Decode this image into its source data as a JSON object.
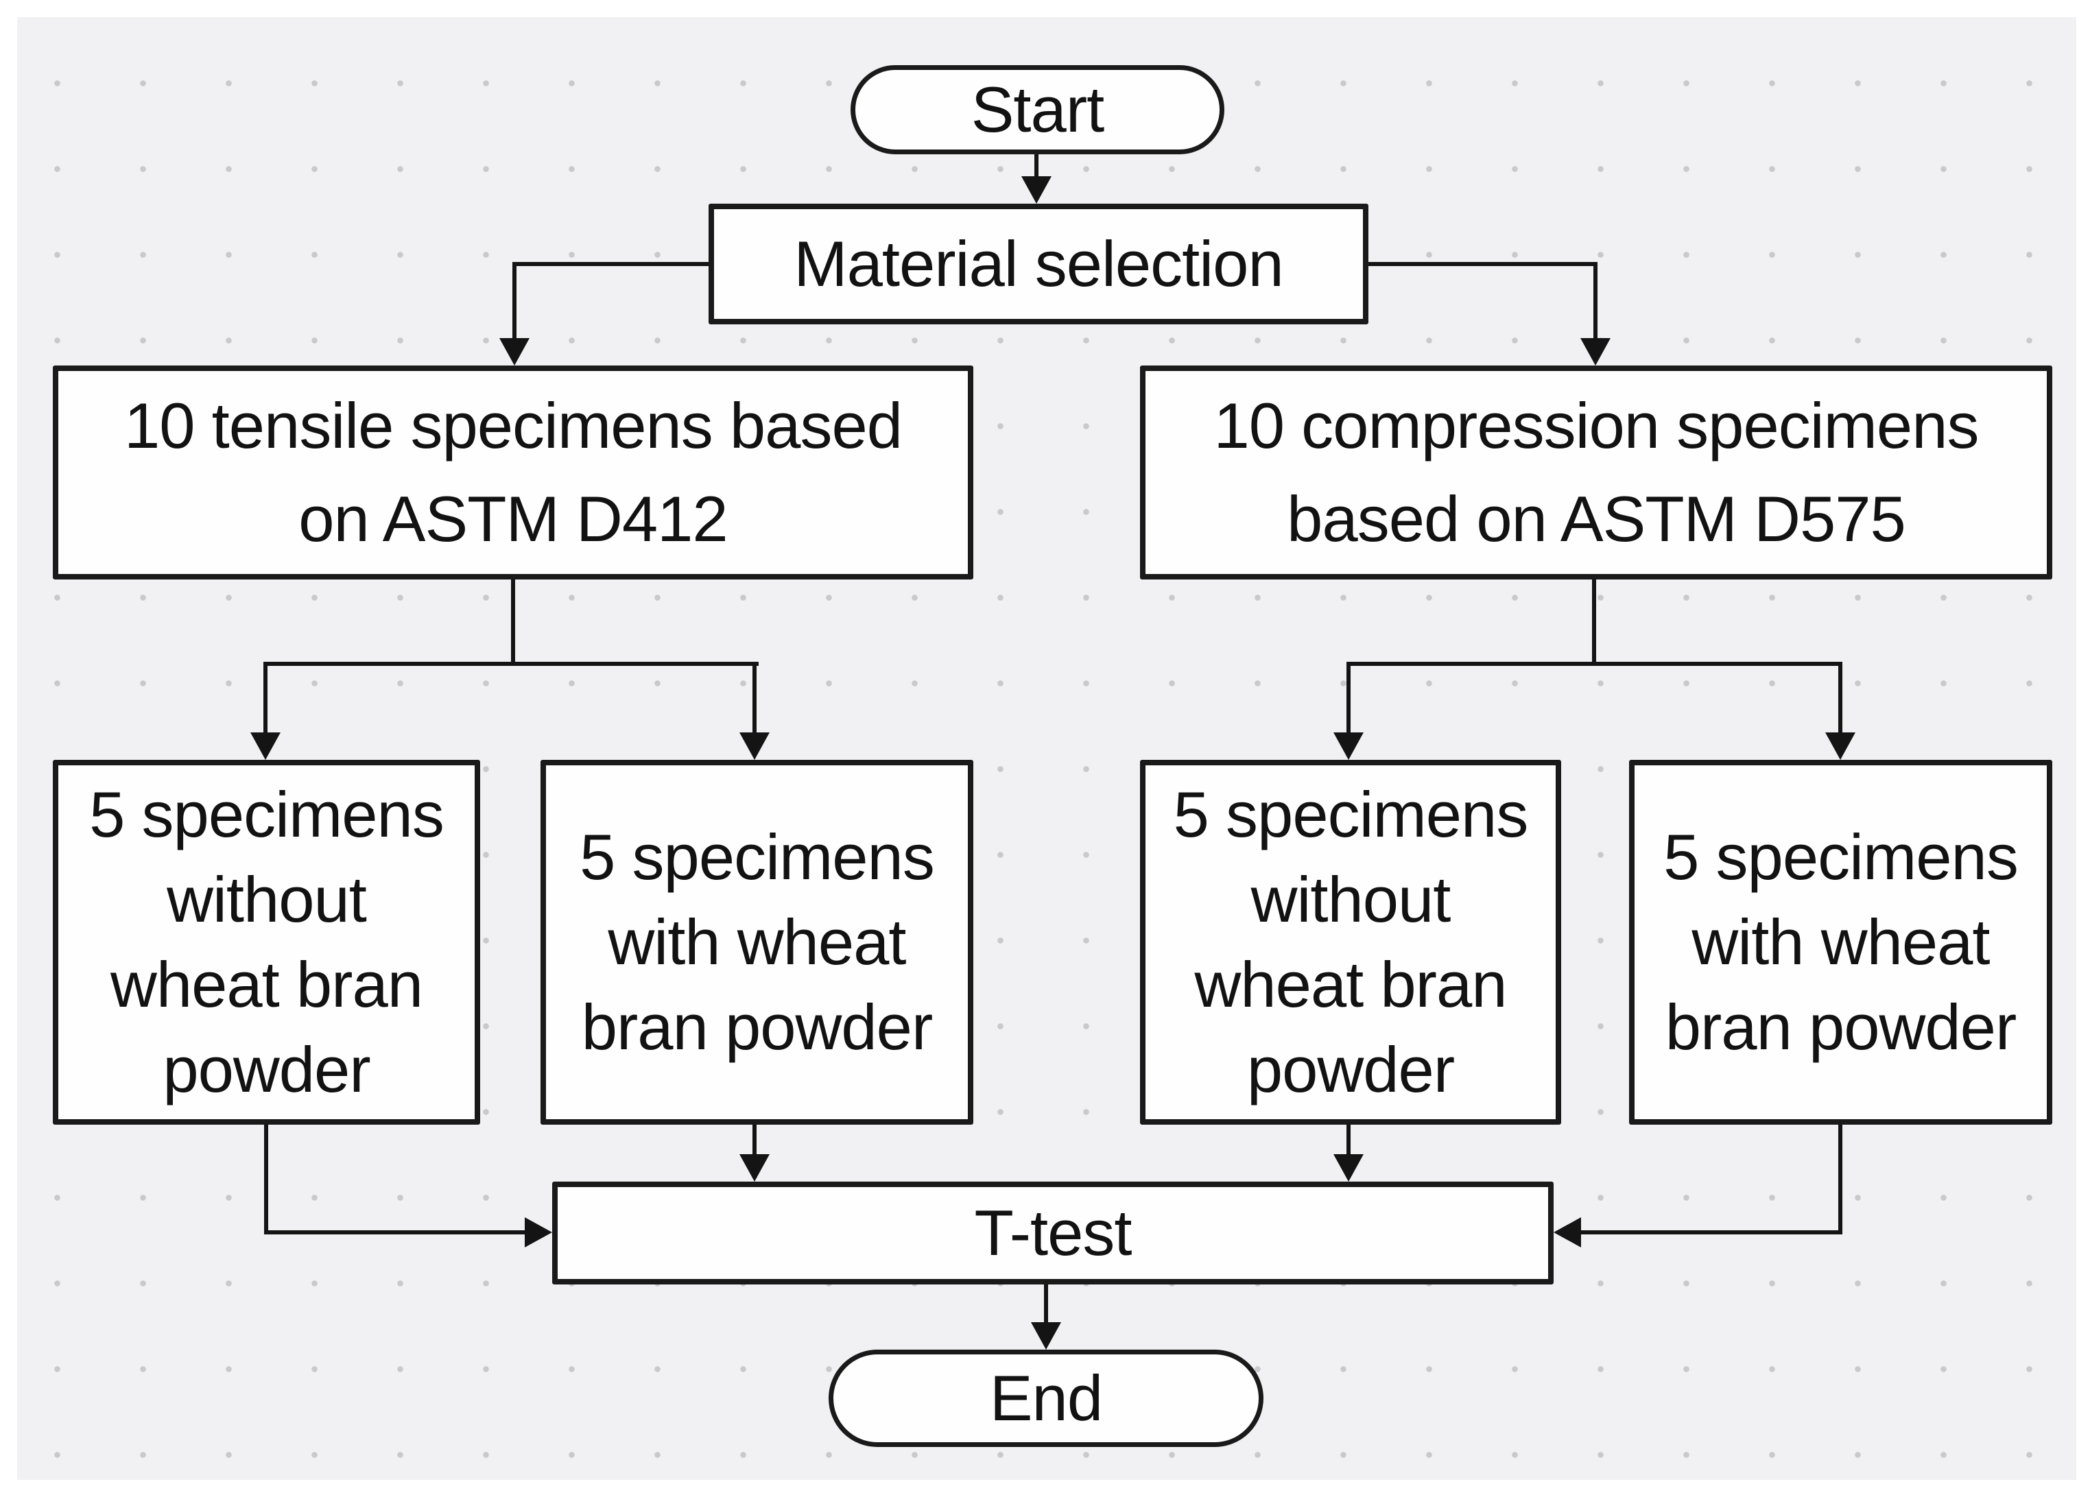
{
  "diagram": {
    "type": "flowchart",
    "colors": {
      "page_background": "#ffffff",
      "panel_background": "#f1f1f3",
      "grid_dot": "#c9c9cd",
      "node_fill": "#fefefe",
      "node_border": "#1a1a1a",
      "connector": "#141414",
      "text": "#121212"
    },
    "nodes": {
      "start": {
        "shape": "stadium",
        "label": "Start"
      },
      "material": {
        "shape": "process",
        "label": "Material selection"
      },
      "tensile": {
        "shape": "process",
        "lines": [
          "10 tensile specimens based",
          "on ASTM D412"
        ]
      },
      "compression": {
        "shape": "process",
        "lines": [
          "10 compression specimens",
          "based on ASTM D575"
        ]
      },
      "tensile_without": {
        "shape": "process",
        "lines": [
          "5 specimens",
          "without",
          "wheat bran",
          "powder"
        ]
      },
      "tensile_with": {
        "shape": "process",
        "lines": [
          "5 specimens",
          "with wheat",
          "bran powder"
        ]
      },
      "compression_without": {
        "shape": "process",
        "lines": [
          "5 specimens",
          "without",
          "wheat bran",
          "powder"
        ]
      },
      "compression_with": {
        "shape": "process",
        "lines": [
          "5 specimens",
          "with wheat",
          "bran powder"
        ]
      },
      "ttest": {
        "shape": "process",
        "label": "T-test"
      },
      "end": {
        "shape": "stadium",
        "label": "End"
      }
    },
    "edges": [
      {
        "from": "start",
        "to": "material"
      },
      {
        "from": "material",
        "to": "tensile"
      },
      {
        "from": "material",
        "to": "compression"
      },
      {
        "from": "tensile",
        "to": "tensile_without"
      },
      {
        "from": "tensile",
        "to": "tensile_with"
      },
      {
        "from": "compression",
        "to": "compression_without"
      },
      {
        "from": "compression",
        "to": "compression_with"
      },
      {
        "from": "tensile_without",
        "to": "ttest"
      },
      {
        "from": "tensile_with",
        "to": "ttest"
      },
      {
        "from": "compression_without",
        "to": "ttest"
      },
      {
        "from": "compression_with",
        "to": "ttest"
      },
      {
        "from": "ttest",
        "to": "end"
      }
    ]
  }
}
